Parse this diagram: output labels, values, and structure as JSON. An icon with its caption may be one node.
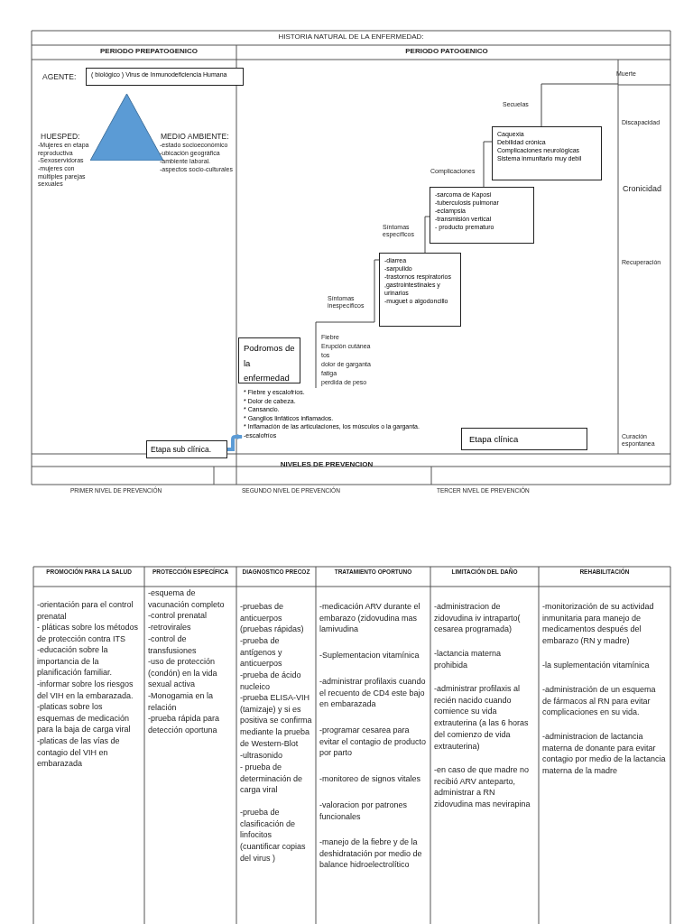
{
  "diagram": {
    "title": "HISTORIA NATURAL DE LA ENFERMEDAD:",
    "nodes": [
      {
        "text": [
          "( biológico ) Virus de Inmunodeficiencia Humana"
        ]
      },
      {
        "text": [],
        "shape": "triangle"
      },
      {
        "text": [
          "Caquexia",
          "Debilidad crónica",
          "Complicaciones neurológicas",
          "Sistema inmunitario muy debil"
        ]
      },
      {
        "text": [
          "-sarcoma de Kaposi",
          "-tuberculosis pulmonar",
          "-eclampsia",
          "-transmisión vertical",
          "- producto prematuro"
        ]
      },
      {
        "text": [
          "-diarrea",
          "-sarpulido",
          "-trastornos respiratorios",
          ",gastrointestinales y urinarios",
          "-muguet o algodoncillo"
        ]
      },
      {
        "text": [
          "Podromos de la enfermedad"
        ]
      },
      {
        "text": [
          "Etapa clínica"
        ]
      },
      {
        "text": [
          "Etapa sub clínica."
        ]
      },
      {
        "text": [
          "* Fiebre y escalofríos.",
          "* Dolor de cabeza.",
          "* Cansancio.",
          "* Ganglios linfáticos inflamados.",
          "* Inflamación de las articulaciones, los músculos o la garganta.",
          "-escalofríos"
        ]
      }
    ],
    "edges": [
      {
        "from": 8,
        "to": 4,
        "arrow": "none"
      },
      {
        "from": 4,
        "to": 3,
        "arrow": "none"
      },
      {
        "from": 3,
        "to": 2,
        "arrow": "none"
      },
      {
        "from": 2,
        "to": null,
        "arrow": "none"
      },
      {
        "from": 7,
        "to": 8,
        "arrow": "to",
        "style": "thick",
        "color": "#5b9bd5"
      }
    ],
    "labels": [
      "PERIODO PREPATOGENICO",
      "PERIODO PATOGENICO",
      "AGENTE:",
      "Muerte",
      "Secuelas",
      "Discapacidad",
      "HUESPED:",
      "MEDIO AMBIENTE:",
      "-Mujeres en etapa reproductiva",
      "-Sexoservidoras",
      "-mujeres con múltiples parejas sexuales",
      "-estado socioeconómico",
      "-ubicación geográfica",
      "-ambiente laboral.",
      "-aspectos socio-culturales",
      "Complicaciones",
      "Cronicidad",
      "Síntomas específicos",
      "Recuperación",
      "Síntomas inespecíficos",
      "Fiebre",
      "Erupción cutánea",
      "tos",
      "dolor de garganta",
      "fatiga",
      "perdida de peso",
      "Curación espontanea",
      "NIVELES DE PREVENCION",
      "PRIMER NIVEL DE PREVENCIÓN",
      "SEGUNDO NIVEL DE PREVENCIÓN",
      "TERCER NIVEL DE PREVENCIÓN",
      "PROMOCIÓN PARA LA SALUD",
      "PROTECCIÓN ESPECÍFICA",
      "DIAGNOSTICO PRECOZ",
      "TRATAMIENTO OPORTUNO",
      "LIMITACIÓN DEL DAÑO",
      "REHABILITACIÓN",
      "-orientación para el control prenatal",
      "- pláticas sobre los métodos de protección contra ITS",
      "-educación sobre la importancia de la planificación familiar.",
      "-informar sobre los riesgos del VIH en la embarazada.",
      "-platicas sobre los esquemas de medicación para la baja de carga viral",
      "-platicas de las vías de contagio del VIH en embarazada",
      "-esquema de vacunación completo",
      "-control prenatal",
      "-retrovirales",
      "-control de transfusiones",
      "-uso de protección (condón) en la vida sexual activa",
      "-Monogamia en la relación",
      "-prueba rápida para detección oportuna",
      "-pruebas de anticuerpos (pruebas rápidas)",
      "-prueba de antígenos y anticuerpos",
      "-prueba de ácido nucleico",
      "-prueba ELISA-VIH (tamizaje) y si es positiva se confirma mediante la prueba de Western-Blot",
      "-ultrasonido",
      "- prueba de determinación de carga viral",
      "-prueba de clasificación de linfocitos (cuantificar copias del virus )",
      "-medicación ARV durante el embarazo (zidovudina mas lamivudina",
      "-Suplementacion vitamínica",
      "-administrar profilaxis cuando el recuento de CD4 este bajo en embarazada",
      "-programar cesarea para evitar el contagio de producto por parto",
      "-monitoreo de signos vitales",
      "-valoracion por patrones funcionales",
      "-manejo de la fiebre y de la deshidratación por medio de balance hidroelectrolítico",
      "-administracion de zidovudina iv intraparto( cesarea programada)",
      "-lactancia materna prohibida",
      "-administrar profilaxis al recién nacido cuando comience su vida extrauterina (a las 6 horas del comienzo de vida extrauterina)",
      "-en caso de que madre no recibió ARV anteparto, administrar a RN zidovudina mas nevirapina",
      "-monitorización de su actividad inmunitaria para manejo de medicamentos después del embarazo (RN y madre)",
      "-la suplementación vitamínica",
      "-administración de un esquema de fármacos al RN para evitar complicaciones en su vida.",
      "-administracion de lactancia materna de donante para evitar contagio por medio de la lactancia materna de la madre"
    ]
  }
}
